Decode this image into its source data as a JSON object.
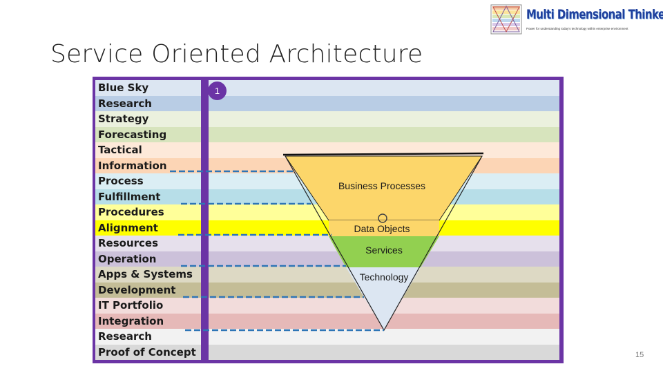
{
  "slide": {
    "title": "Service Oriented Architecture",
    "page_number": "15"
  },
  "logo": {
    "text": "Multi Dimensional Thinkers",
    "tagline": "Power for understanding today's technology within enterprise environment"
  },
  "marker": {
    "label": "1"
  },
  "layers": [
    {
      "label": "Blue Sky",
      "band_color": "#dce6f2"
    },
    {
      "label": "Research",
      "band_color": "#b9cde5"
    },
    {
      "label": "Strategy",
      "band_color": "#ebf1de"
    },
    {
      "label": "Forecasting",
      "band_color": "#d7e4bd"
    },
    {
      "label": "Tactical",
      "band_color": "#fde9d9"
    },
    {
      "label": "Information",
      "band_color": "#fcd5b5"
    },
    {
      "label": "Process",
      "band_color": "#dbeef4"
    },
    {
      "label": "Fulfillment",
      "band_color": "#b7dee8"
    },
    {
      "label": "Procedures",
      "band_color": "#ffff99"
    },
    {
      "label": "Alignment",
      "band_color": "#ffff00"
    },
    {
      "label": "Resources",
      "band_color": "#e6e0ec"
    },
    {
      "label": "Operation",
      "band_color": "#ccc1da"
    },
    {
      "label": "Apps & Systems",
      "band_color": "#ddd9c4"
    },
    {
      "label": "Development",
      "band_color": "#c4bd97"
    },
    {
      "label": "IT Portfolio",
      "band_color": "#f2dcdb"
    },
    {
      "label": "Integration",
      "band_color": "#e6b9b8"
    },
    {
      "label": "Research",
      "band_color": "#f2f2f2"
    },
    {
      "label": "Proof of Concept",
      "band_color": "#d9d9d9"
    }
  ],
  "pyramid": [
    {
      "label": "Business Processes",
      "color": "#fcd66a"
    },
    {
      "label": "Data Objects",
      "color": "#fcd66a"
    },
    {
      "label": "Services",
      "color": "#92d050"
    },
    {
      "label": "Technology",
      "color": "#dce6f2"
    }
  ],
  "colors": {
    "frame": "#6b34a5",
    "dashed_lines": "#2e75b6"
  }
}
